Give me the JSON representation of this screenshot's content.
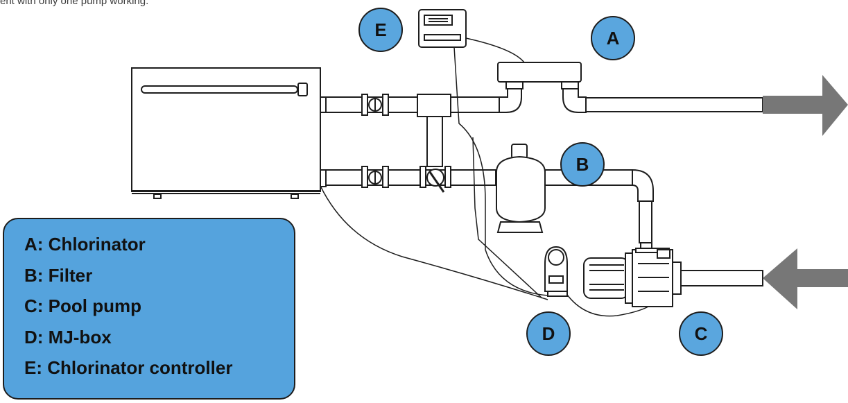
{
  "caption": "ent with only one pump working.",
  "markers": {
    "A": "A",
    "B": "B",
    "C": "C",
    "D": "D",
    "E": "E"
  },
  "legend": {
    "items": [
      "A: Chlorinator",
      "B: Filter",
      "C: Pool pump",
      "D: MJ-box",
      "E: Chlorinator controller"
    ]
  },
  "colors": {
    "marker_fill": "#5aa6de",
    "legend_fill": "#55a3dd",
    "arrow": "#777777",
    "line": "#1d1d1d"
  }
}
